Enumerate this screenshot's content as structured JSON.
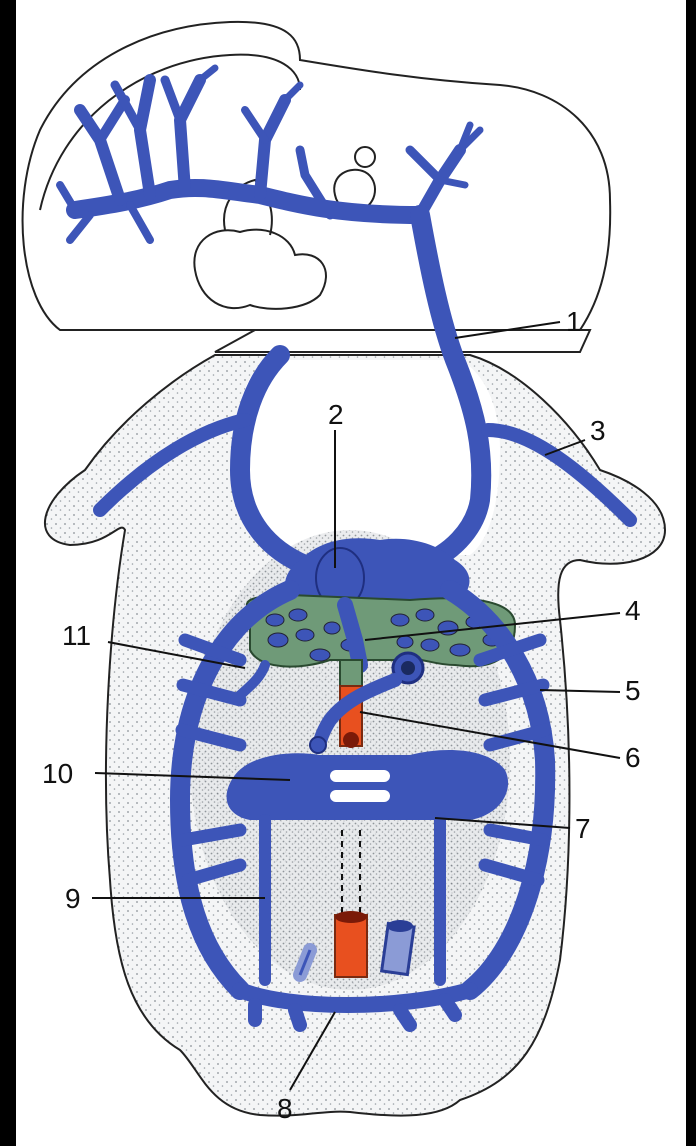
{
  "colors": {
    "vein": "#3d55b8",
    "vein_dark": "#2a3e96",
    "artery": "#e8501f",
    "liver": "#6f9a78",
    "stipple_bg": "#eef0f2",
    "outline": "#222222",
    "frame": "#000000"
  },
  "labels": {
    "l1": "1",
    "l2": "2",
    "l3": "3",
    "l4": "4",
    "l5": "5",
    "l6": "6",
    "l7": "7",
    "l8": "8",
    "l9": "9",
    "l10": "10",
    "l11": "11"
  }
}
